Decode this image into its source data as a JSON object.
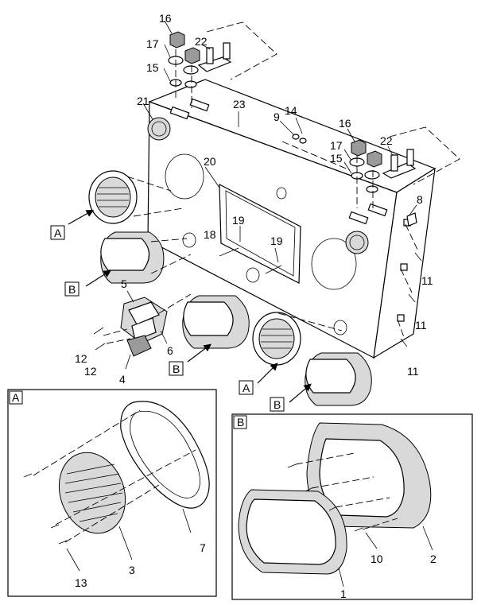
{
  "callouts": {
    "c1": "1",
    "c2": "2",
    "c3": "3",
    "c4": "4",
    "c5": "5",
    "c6": "6",
    "c7": "7",
    "c8": "8",
    "c9": "9",
    "c10": "10",
    "c11": "11",
    "c12": "12",
    "c13": "13",
    "c14": "14",
    "c15": "15",
    "c16": "16",
    "c17": "17",
    "c18": "18",
    "c19": "19",
    "c20": "20",
    "c21": "21",
    "c22": "22",
    "c23": "23"
  },
  "view_labels": {
    "a": "A",
    "b": "B"
  }
}
